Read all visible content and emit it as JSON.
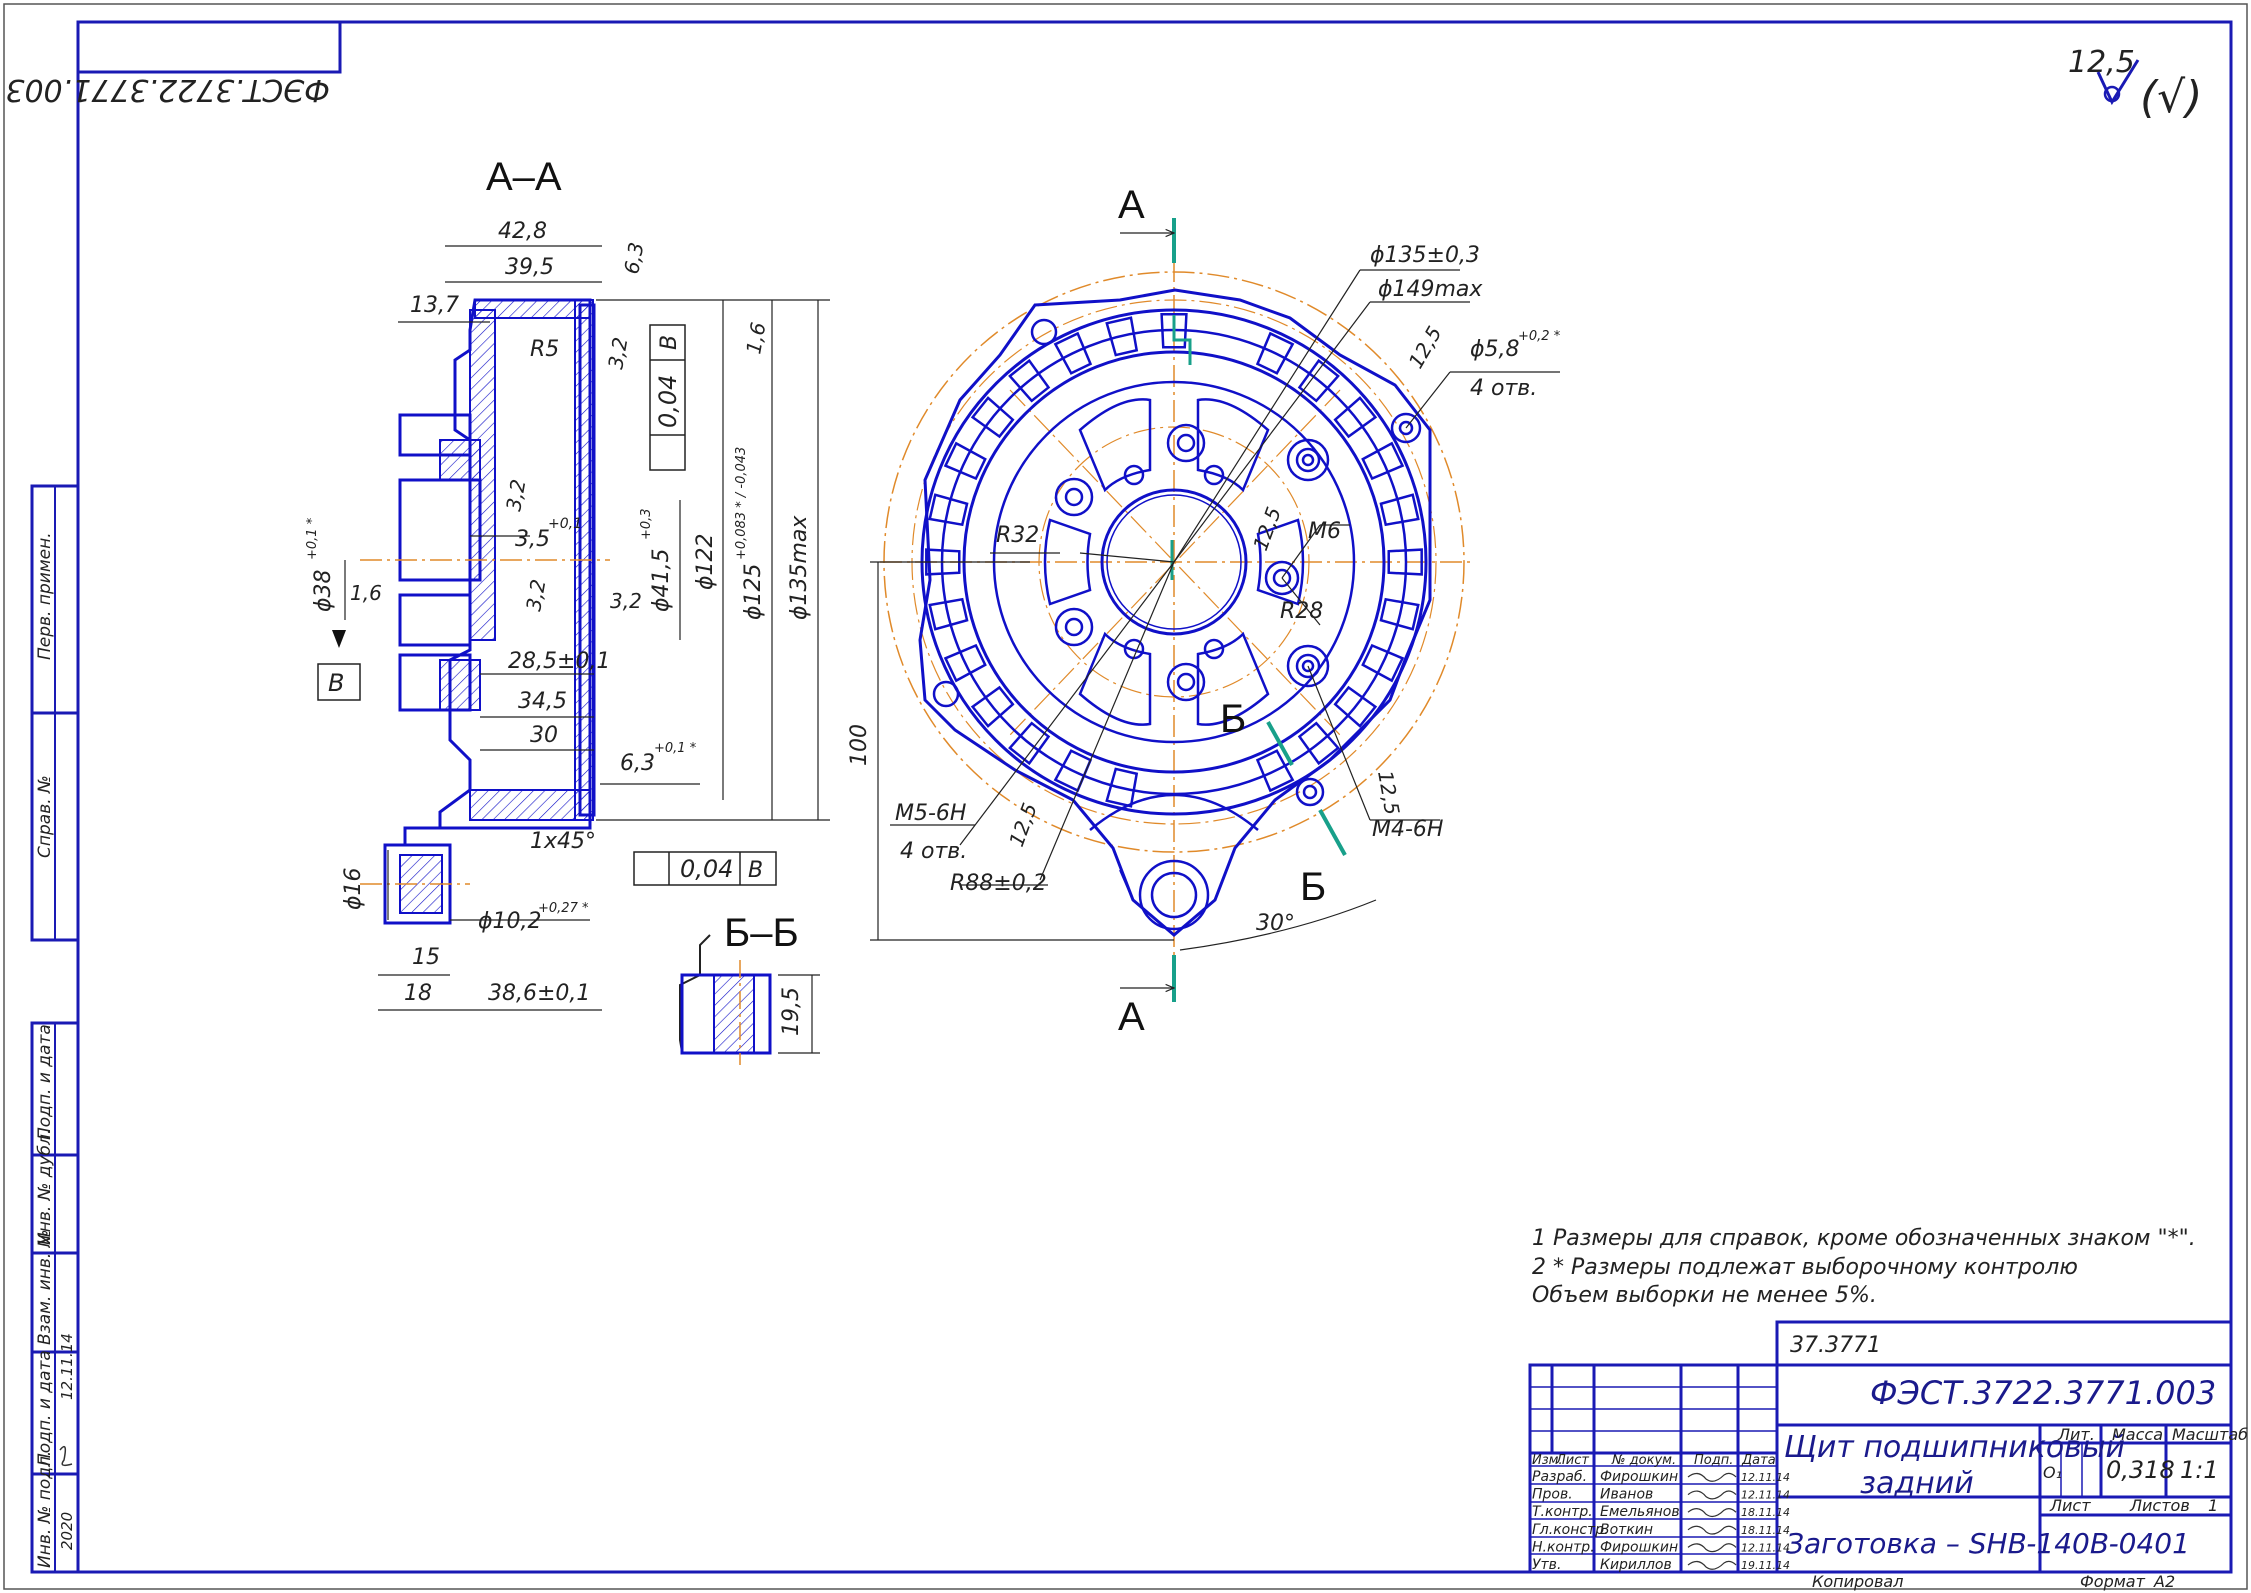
{
  "stamp": {
    "top_left": "ФЭСТ.3722.3771.003",
    "roughness_value": "12,5",
    "roughness_other": "(√)"
  },
  "views": {
    "section_aa": "А–А",
    "section_bb": "Б–Б",
    "cut_a_top": "А",
    "cut_a_bottom": "А",
    "cut_b_top": "Б",
    "cut_b_bottom": "Б"
  },
  "dims_aa": {
    "d42_8": "42,8",
    "d39_5": "39,5",
    "r6_3": "6,3",
    "d13_7": "13,7",
    "r5": "R5",
    "r3_2a": "3,2",
    "r1_6a": "1,6",
    "tol_004": "0,04",
    "base_b": "В",
    "r3_2b": "3,2",
    "d3_5": "3,5",
    "d3_5_tol": "+0,1",
    "r3_2c": "3,2",
    "r3_2d": "3,2",
    "phi38": "ϕ38",
    "phi38_tol": "+0,1 *",
    "r1_6b": "1,6",
    "base_b2": "В",
    "phi41_5": "ϕ41,5",
    "phi41_5_tol": "+0,3",
    "phi122": "ϕ122",
    "phi125": "ϕ125",
    "phi125_tol": "+0,083 * / -0,043",
    "phi135max": "ϕ135max",
    "d28_5": "28,5±0,1",
    "d34_5": "34,5",
    "d30": "30",
    "d6_3": "6,3",
    "d6_3_tol": "+0,1 *",
    "chamfer": "1x45°",
    "tol2_004": "0,04",
    "tol2_base": "В",
    "phi16": "ϕ16",
    "phi10_2": "ϕ10,2",
    "phi10_2_tol": "+0,27 *",
    "d15": "15",
    "d18": "18",
    "d38_6": "38,6±0,1",
    "d19_5": "19,5"
  },
  "dims_front": {
    "phi135": "ϕ135±0,3",
    "phi149": "ϕ149max",
    "r12_5a": "12,5",
    "phi5_8": "ϕ5,8",
    "phi5_8_tol": "+0,2 *",
    "holes4": "4 отв.",
    "r32": "R32",
    "r12_5b": "12,5",
    "m6": "М6",
    "r28": "R28",
    "d100": "100",
    "m5": "М5-6Н",
    "m5_holes": "4 отв.",
    "r12_5c": "12,5",
    "r88": "R88±0,2",
    "r12_5d": "12,5",
    "m4": "М4-6Н",
    "angle30": "30°"
  },
  "notes": [
    "1  Размеры для справок, кроме обозначенных знаком \"*\".",
    "2   * Размеры подлежат выборочному контролю",
    "    Объем выборки не менее 5%."
  ],
  "left_strip": {
    "perv_primen": "Перв. примен.",
    "sprav": "Справ. №",
    "podp_data": "Подп. и дата",
    "inv_dubl": "Инв. № дубл.",
    "vzam_inv": "Взам. инв. №",
    "podp_data2": "Подп. и дата",
    "inv_podl": "Инв. № подл.",
    "date_val": "12.11.14",
    "year_val": "2020"
  },
  "title_block": {
    "material_code": "37.3771",
    "designation": "ФЭСТ.3722.3771.003",
    "name_line1": "Щит подшипниковый",
    "name_line2": "задний",
    "material": "Заготовка – SHB-140B-0401",
    "col_izm": "Изм.",
    "col_list": "Лист",
    "col_ndok": "№ докум.",
    "col_podp": "Подп.",
    "col_data": "Дата",
    "h_lit": "Лит.",
    "h_massa": "Масса",
    "h_masshtab": "Масштаб",
    "lit_val": "О₁",
    "massa_val": "0,318",
    "masshtab_val": "1:1",
    "list_label": "Лист",
    "listov_label": "Листов",
    "listov_val": "1",
    "copied": "Копировал",
    "format_label": "Формат",
    "format_val": "А2",
    "people": [
      {
        "role": "Разраб.",
        "name": "Фирошкин",
        "date": "12.11.14"
      },
      {
        "role": "Пров.",
        "name": "Иванов",
        "date": "12.11.14"
      },
      {
        "role": "Т.контр.",
        "name": "Емельянов",
        "date": "18.11.14"
      },
      {
        "role": "Гл.констр.",
        "name": "Воткин",
        "date": "18.11.14"
      },
      {
        "role": "Н.контр.",
        "name": "Фирошкин",
        "date": "12.11.14"
      },
      {
        "role": "Утв.",
        "name": "Кириллов",
        "date": "19.11.14"
      }
    ]
  },
  "colors": {
    "frame": "#1a1ab4",
    "part": "#1010c8",
    "axis": "#e08a2a",
    "cut": "#18a08a",
    "dim": "#222222"
  }
}
